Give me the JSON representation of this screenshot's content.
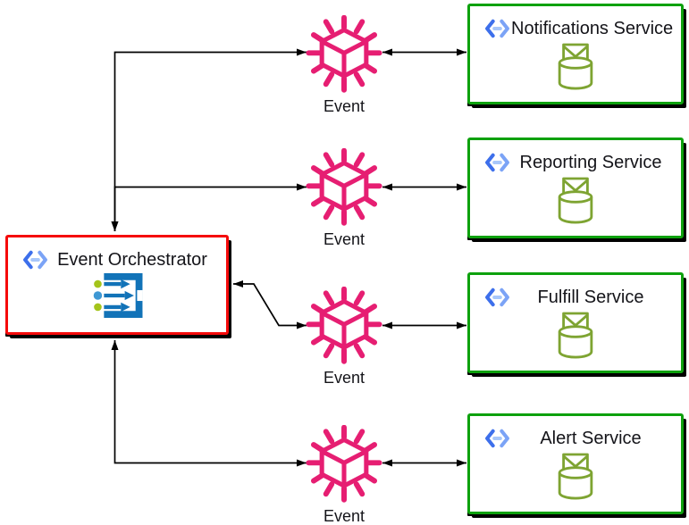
{
  "colors": {
    "orchestrator_border": "#f50a0a",
    "service_border": "#0da10d",
    "event_pink": "#e61e72",
    "icon_blue": "#1273b8",
    "icon_dot_green": "#a4c41b",
    "icon_dot_blue": "#3e98d4",
    "queue_green": "#7ea432",
    "api_bracket_strong": "#3d6feb",
    "api_dash_light": "#a8c7fa",
    "api_bracket_soft": "#7ba3f6",
    "edge": "#000000",
    "text": "#141419"
  },
  "orchestrator": {
    "label": "Event Orchestrator",
    "api_icon": "code-api-icon",
    "router_icon": "event-router-icon"
  },
  "events": [
    {
      "label": "Event",
      "icon": "event-burst-icon"
    },
    {
      "label": "Event",
      "icon": "event-burst-icon"
    },
    {
      "label": "Event",
      "icon": "event-burst-icon"
    },
    {
      "label": "Event",
      "icon": "event-burst-icon"
    }
  ],
  "services": [
    {
      "label": "Notifications Service",
      "api_icon": "code-api-icon",
      "queue_icon": "message-queue-icon"
    },
    {
      "label": "Reporting Service",
      "api_icon": "code-api-icon",
      "queue_icon": "message-queue-icon"
    },
    {
      "label": "Fulfill Service",
      "api_icon": "code-api-icon",
      "queue_icon": "message-queue-icon"
    },
    {
      "label": "Alert Service",
      "api_icon": "code-api-icon",
      "queue_icon": "message-queue-icon"
    }
  ]
}
